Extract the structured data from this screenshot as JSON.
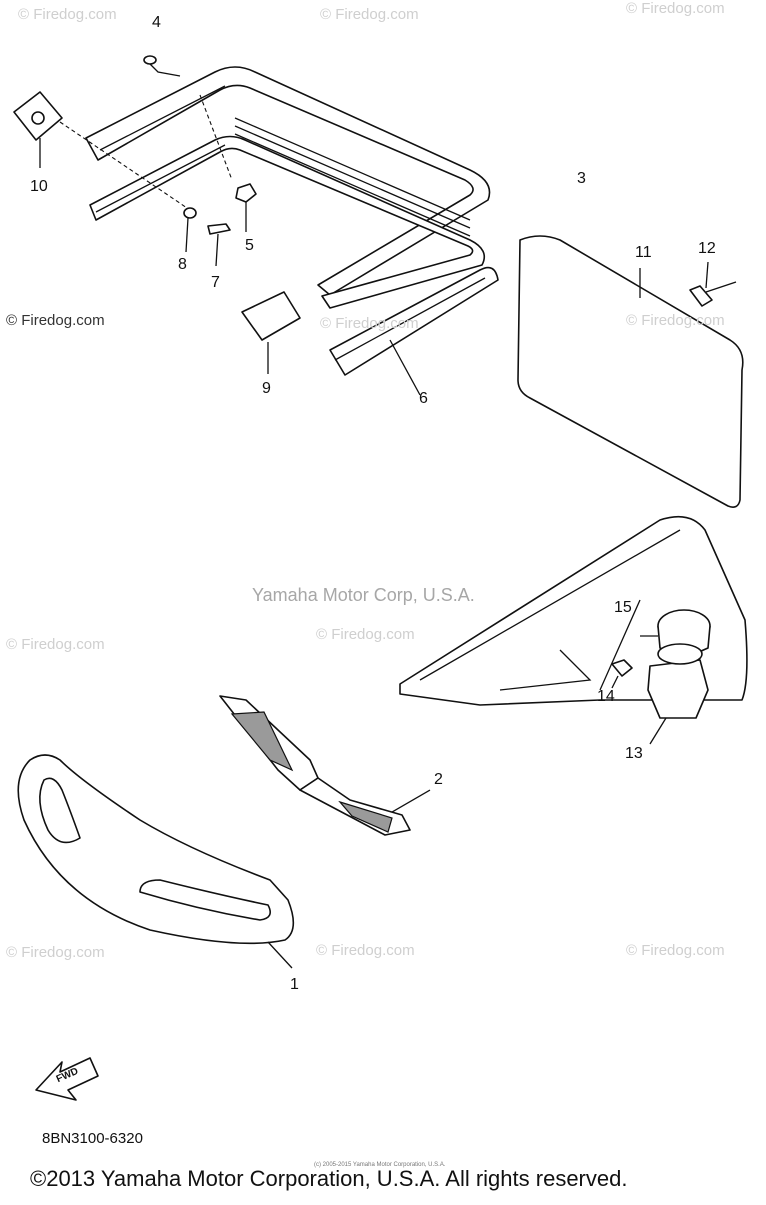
{
  "watermarks": {
    "firedog": "© Firedog.com",
    "center": "Yamaha Motor Corp, U.S.A."
  },
  "callouts": [
    "1",
    "2",
    "3",
    "4",
    "5",
    "6",
    "7",
    "8",
    "9",
    "10",
    "11",
    "12",
    "13",
    "14",
    "15"
  ],
  "diagram_code": "8BN3100-6320",
  "fwd_label": "FWD",
  "copyright": "©2013 Yamaha Motor Corporation, U.S.A. All rights reserved.",
  "tiny_notice": "(c) 2005-2015 Yamaha Motor Corporation, U.S.A."
}
